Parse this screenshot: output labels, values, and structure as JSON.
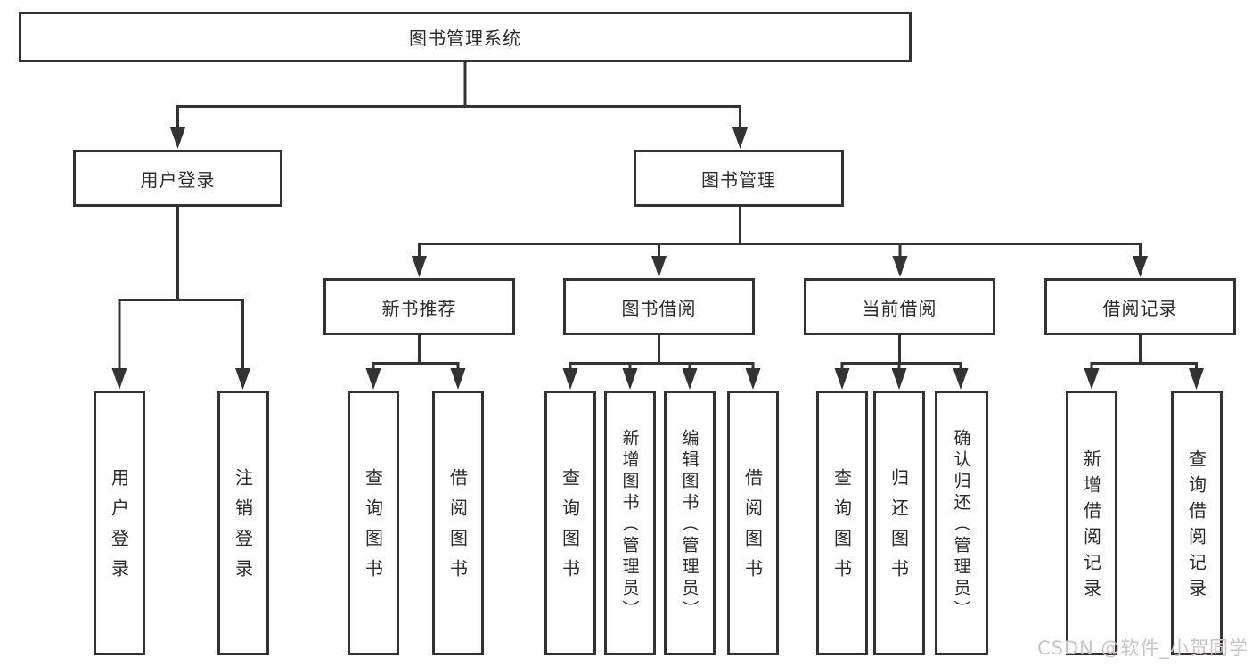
{
  "diagram": {
    "root": {
      "label": "图书管理系统"
    },
    "user_login": {
      "label": "用户登录",
      "children": [
        "用户登录",
        "注销登录"
      ]
    },
    "book_management": {
      "label": "图书管理",
      "groups": [
        {
          "label": "新书推荐",
          "children": [
            "查询图书",
            "借阅图书"
          ]
        },
        {
          "label": "图书借阅",
          "children": [
            "查询图书",
            "新增图书（管理员）",
            "编辑图书（管理员）",
            "借阅图书"
          ]
        },
        {
          "label": "当前借阅",
          "children": [
            "查询图书",
            "归还图书",
            "确认归还（管理员）"
          ]
        },
        {
          "label": "借阅记录",
          "children": [
            "新增借阅记录",
            "查询借阅记录"
          ]
        }
      ]
    }
  },
  "watermark": "CSDN @软件_小贺同学",
  "colors": {
    "line": "#333333",
    "box_border": "#333333",
    "box_background": "#ffffff",
    "text": "#2b2b2b",
    "watermark_text": "#cbc3c6"
  }
}
